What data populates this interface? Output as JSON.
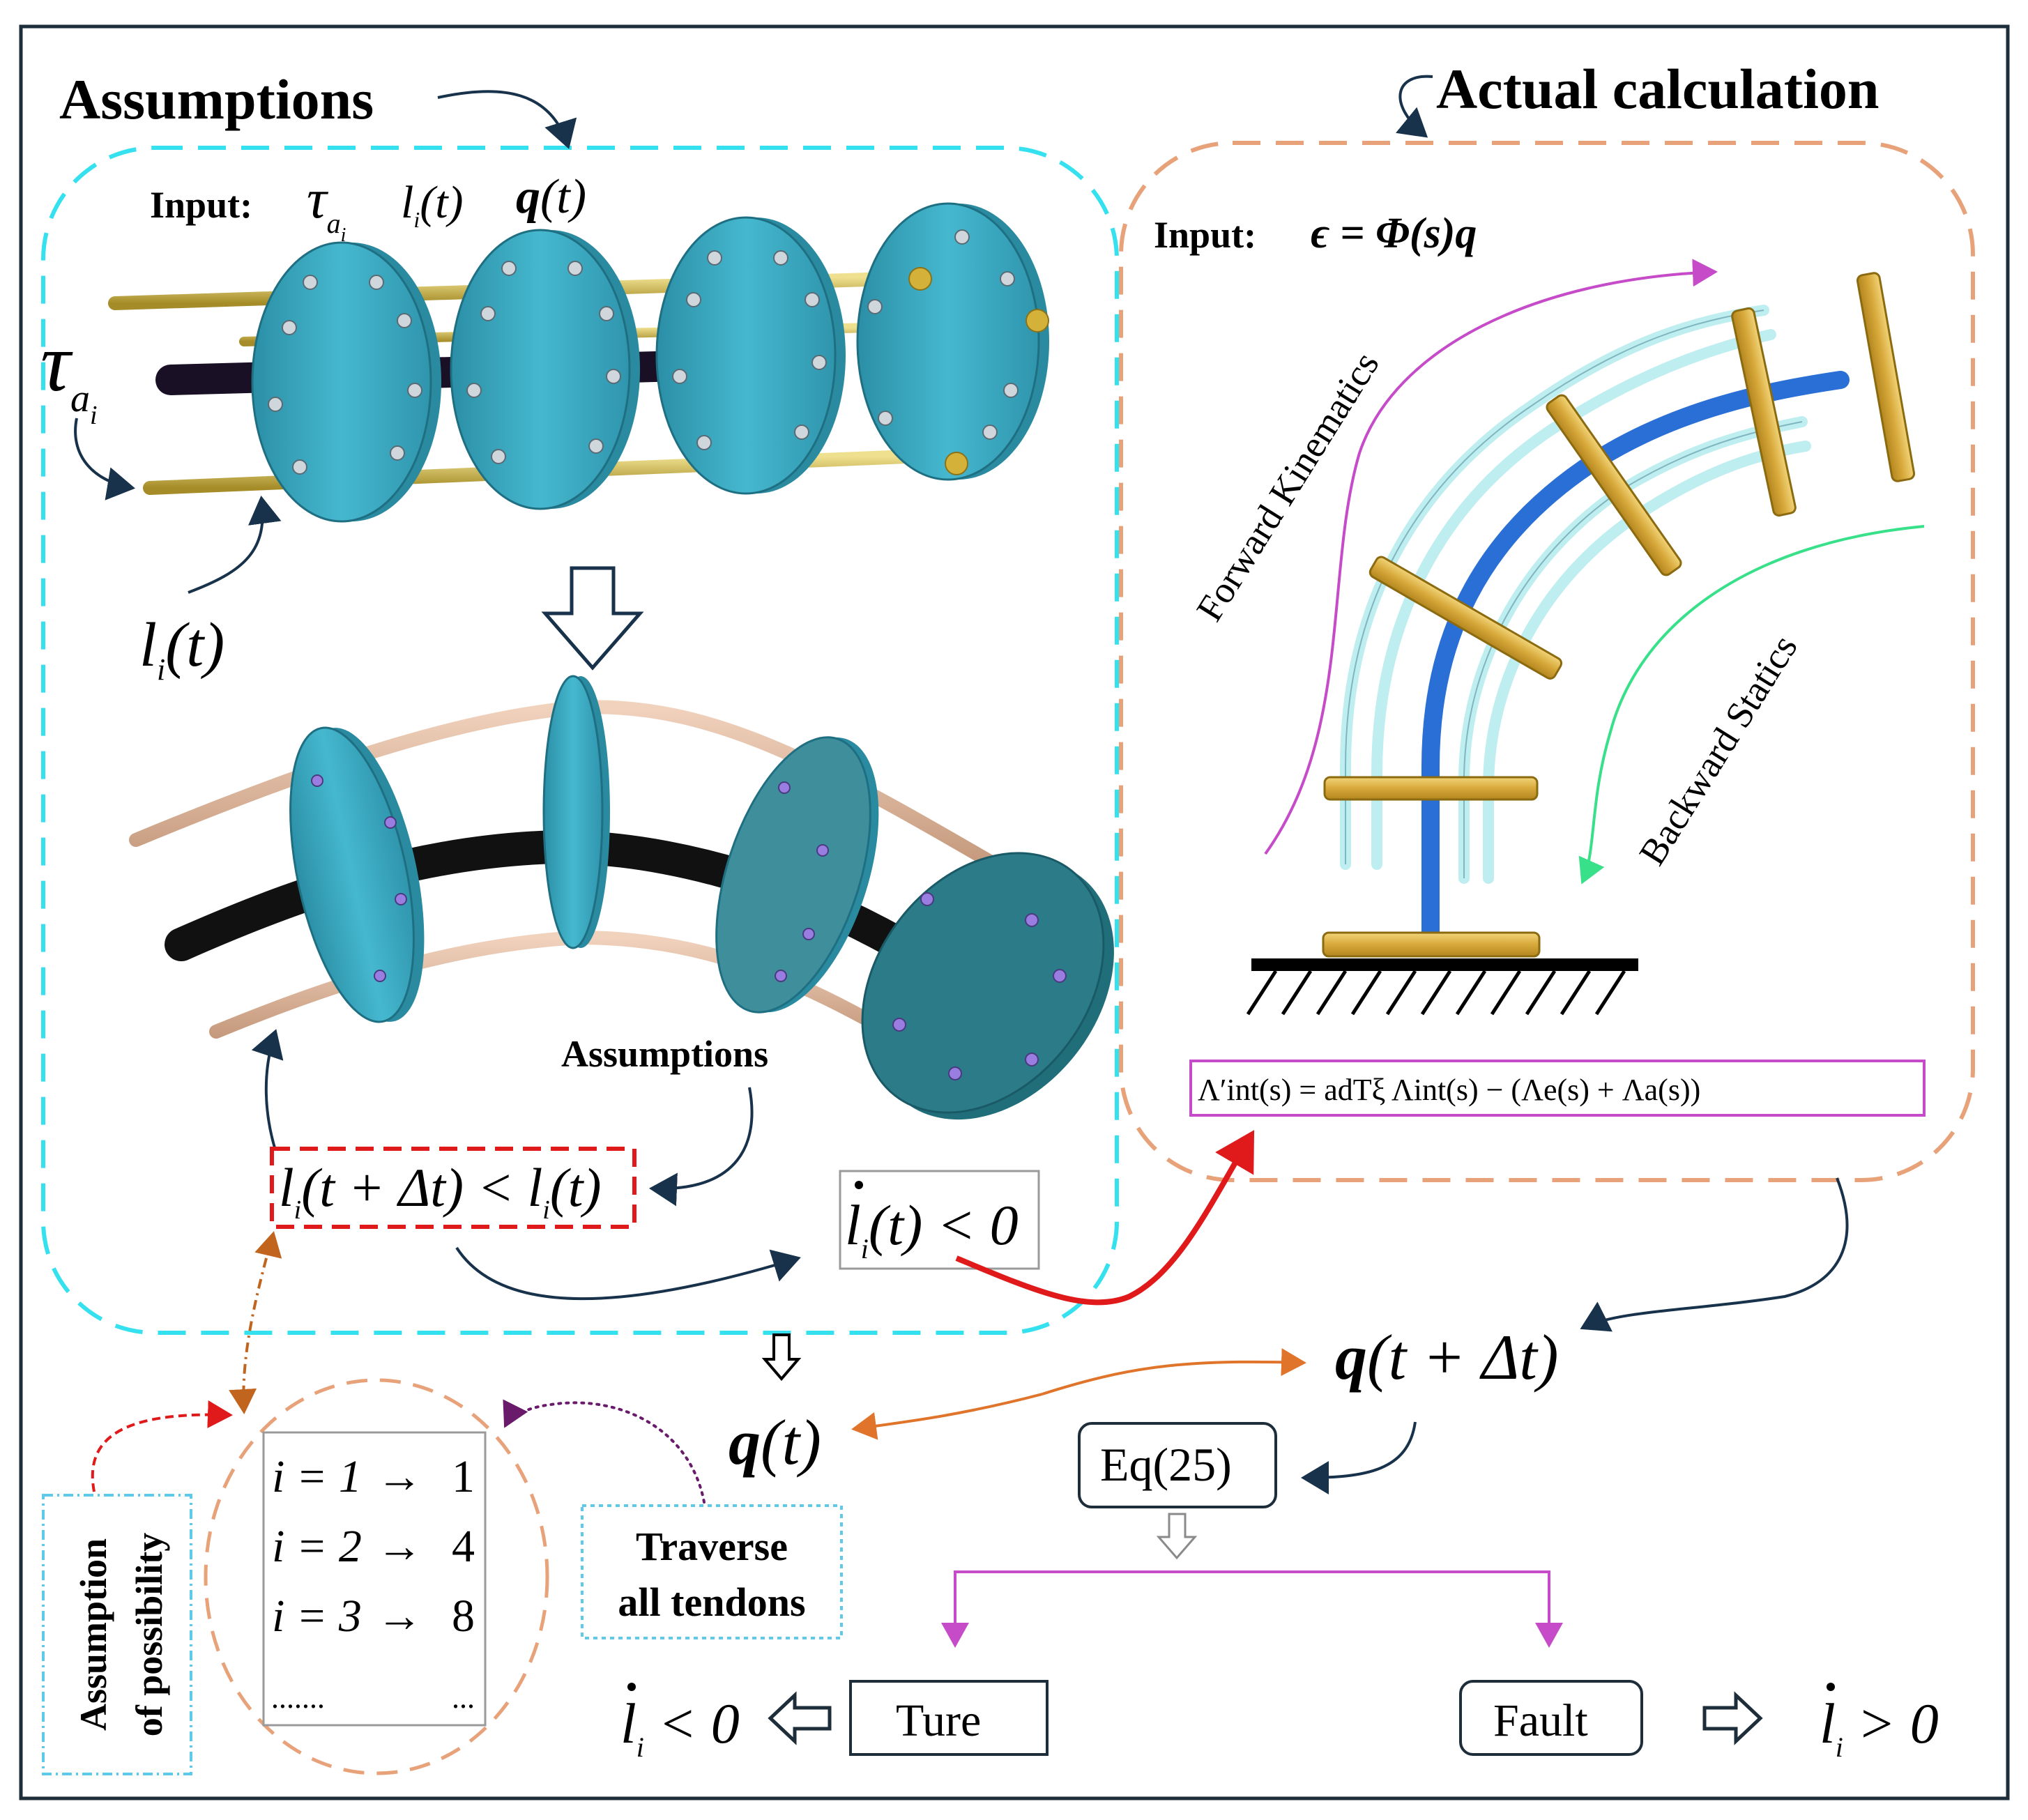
{
  "labels": {
    "assumptions_title": "Assumptions",
    "actual_title": "Actual calculation",
    "input_left_prefix": "Input:",
    "input_left_tau": "τ",
    "input_left_tau_sub": "a",
    "input_left_tau_subsub": "i",
    "input_left_l": "l",
    "input_left_l_sub": "i",
    "input_left_l_arg": "(t)",
    "input_left_q": "q",
    "input_left_q_arg": "(t)",
    "tau_side": "τ",
    "tau_side_sub": "a",
    "tau_side_subsub": "i",
    "l_side": "l",
    "l_side_sub": "i",
    "l_side_arg": "(t)",
    "assumptions_mid": "Assumptions",
    "cond_l": "l",
    "cond_sub": "i",
    "cond_text": "(t + Δt) < l",
    "cond_sub2": "i",
    "cond_tail": "(t)",
    "ldot_l": "l",
    "ldot_sub": "i",
    "ldot_text": "(t) < 0",
    "input_right_prefix": "Input:",
    "input_right_formula": "ϵ = Φ(s)q",
    "forward_kinematics": "Forward Kinematics",
    "backward_statics": "Backward Statics",
    "equation": "Λ′int(s) = adTξ Λint(s) − (Λe(s) + Λa(s))",
    "q_t": "q",
    "q_t_arg": "(t)",
    "q_tdt": "q",
    "q_tdt_arg": "(t + Δt)",
    "eq25": "Eq(25)",
    "ture": "Ture",
    "fault": "Fault",
    "ldot_neg_l": "l",
    "ldot_neg_sub": "i",
    "ldot_neg_text": "< 0",
    "ldot_pos_l": "l",
    "ldot_pos_sub": "i",
    "ldot_pos_text": "> 0",
    "assumption_possibility_1": "Assumption",
    "assumption_possibility_2": "of possibility",
    "traverse_1": "Traverse",
    "traverse_2": "all tendons",
    "list_rows": [
      {
        "lhs": "i = 1",
        "arrow": "→",
        "rhs": "1"
      },
      {
        "lhs": "i = 2",
        "arrow": "→",
        "rhs": "4"
      },
      {
        "lhs": "i = 3",
        "arrow": "→",
        "rhs": "8"
      },
      {
        "lhs": ".......",
        "arrow": "",
        "rhs": "..."
      }
    ]
  },
  "colors": {
    "frame": "#1e2d3a",
    "cyan_dashed": "#35e0ef",
    "orange_dashed": "#e8a27a",
    "disk_teal": "#3aa9c0",
    "rod_gold": "#cdb24a",
    "rod_tan": "#d9a98a",
    "backbone_dark": "#1a1026",
    "blue_backbone": "#2a6fd6",
    "pale_rod": "#bfeef0",
    "gold_disk": "#e1b64a",
    "magenta": "#c64bc8",
    "green": "#38e08a",
    "red": "#e01a1a",
    "orange_arrow": "#e0742a",
    "purple_dotted": "#6a1a6a",
    "navy_arrow": "#17324a"
  }
}
